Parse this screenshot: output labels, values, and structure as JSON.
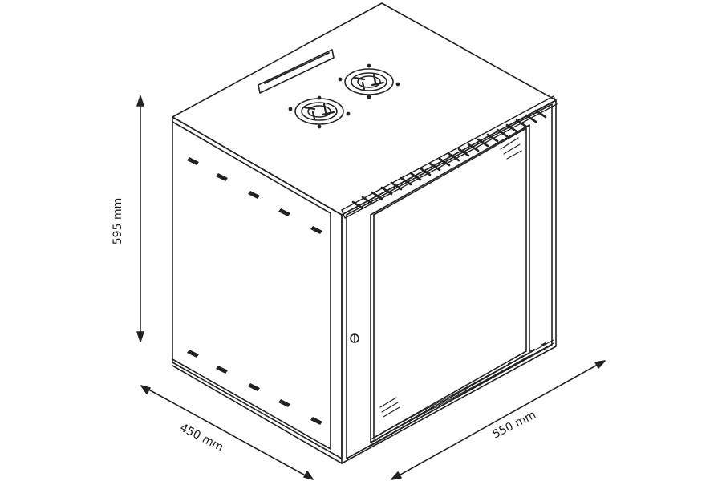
{
  "dimensions": {
    "height": "595 mm",
    "depth": "450 mm",
    "width": "550 mm"
  }
}
